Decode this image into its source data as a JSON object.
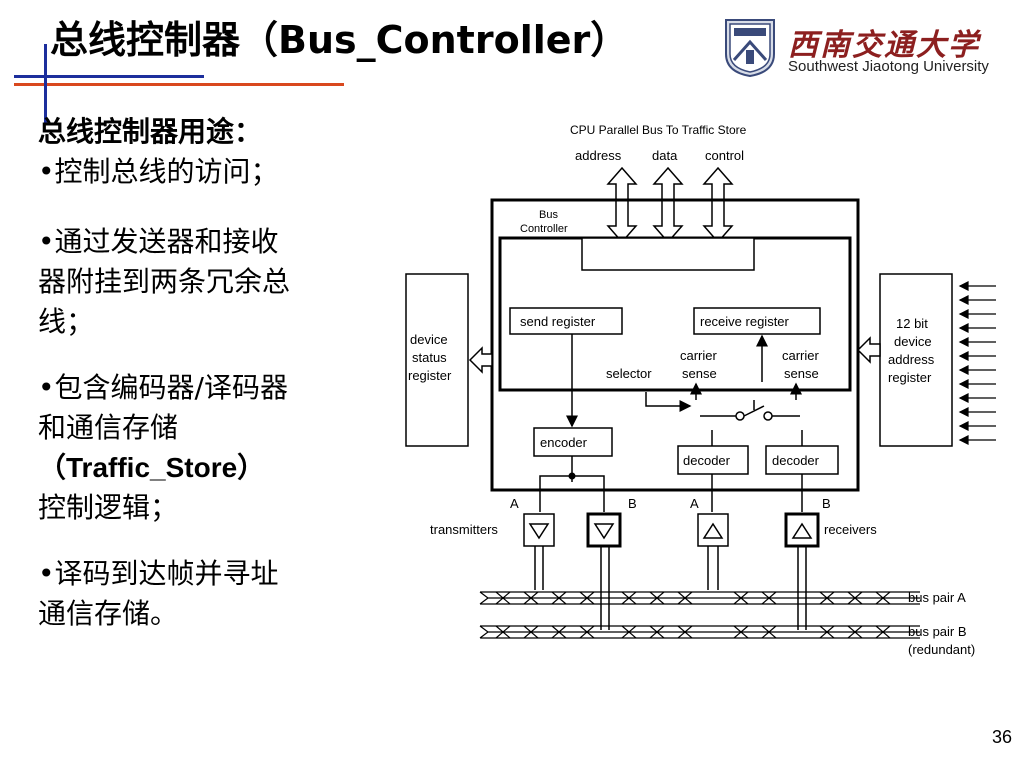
{
  "title": "总线控制器（Bus_Controller）",
  "logo": {
    "cn_name": "西南交通大学",
    "en_name": "Southwest Jiaotong University"
  },
  "body": {
    "subtitle": "总线控制器用途：",
    "bullet1": "•控制总线的访问；",
    "bullet2_line1": "•通过发送器和接收",
    "bullet2_line2": "器附挂到两条冗余总",
    "bullet2_line3": "线；",
    "bullet3_line1": "•包含编码器/译码器",
    "bullet3_line2": "和通信存储",
    "bullet3_line3": "（Traffic_Store）",
    "bullet3_line4": "控制逻辑；",
    "bullet4_line1": "•译码到达帧并寻址",
    "bullet4_line2": "通信存储。"
  },
  "diagram": {
    "cpu_bus": "CPU Parallel Bus To Traffic Store",
    "address": "address",
    "data": "data",
    "control": "control",
    "bus_controller_line1": "Bus",
    "bus_controller_line2": "Controller",
    "send_register": "send register",
    "receive_register": "receive register",
    "selector": "selector",
    "carrier_sense_left_1": "carrier",
    "carrier_sense_left_2": "sense",
    "carrier_sense_right_1": "carrier",
    "carrier_sense_right_2": "sense",
    "encoder": "encoder",
    "decoder_left": "decoder",
    "decoder_right": "decoder",
    "device_status_1": "device",
    "device_status_2": "status",
    "device_status_3": "register",
    "device_address_1": "12 bit",
    "device_address_2": "device",
    "device_address_3": "address",
    "device_address_4": "register",
    "label_a_left": "A",
    "label_b_left": "B",
    "label_a_right": "A",
    "label_b_right": "B",
    "transmitters": "transmitters",
    "receivers": "receivers",
    "bus_pair_a": "bus pair A",
    "bus_pair_b_1": "bus pair B",
    "bus_pair_b_2": "(redundant)"
  },
  "page_number": "36"
}
